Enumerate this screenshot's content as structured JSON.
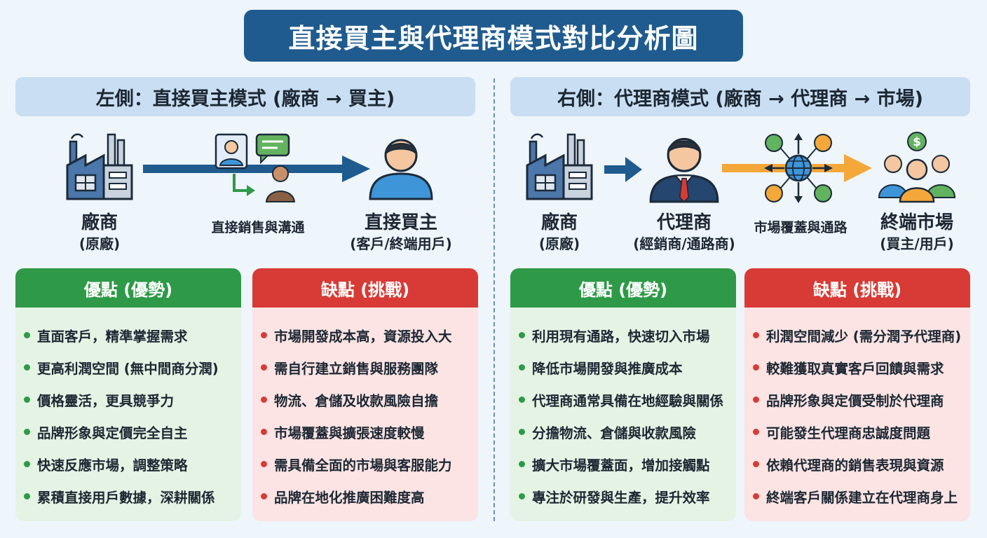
{
  "title": "直接買主與代理商模式對比分析圖",
  "colors": {
    "banner": "#1f5b8e",
    "header_bg": "#c9def2",
    "pro": "#2e9a47",
    "con": "#d83b36",
    "arrow_blue": "#1f5b8e",
    "arrow_orange": "#f4a83a"
  },
  "left": {
    "header": "左側：直接買主模式 (廠商 → 買主)",
    "factory": {
      "label": "廠商",
      "sub": "(原廠)",
      "icon": "factory-icon"
    },
    "flow_caption": "直接銷售與溝通",
    "flow_icon": "communication-icon",
    "buyer": {
      "label": "直接買主",
      "sub": "(客戶/終端用戶)",
      "icon": "person-icon"
    },
    "pros": {
      "title": "優點 (優勢)",
      "items": [
        "直面客戶，精準掌握需求",
        "更高利潤空間 (無中間商分潤)",
        "價格靈活，更具競爭力",
        "品牌形象與定價完全自主",
        "快速反應市場，調整策略",
        "累積直接用戶數據，深耕關係"
      ]
    },
    "cons": {
      "title": "缺點 (挑戰)",
      "items": [
        "市場開發成本高，資源投入大",
        "需自行建立銷售與服務團隊",
        "物流、倉儲及收款風險自擔",
        "市場覆蓋與擴張速度較慢",
        "需具備全面的市場與客服能力",
        "品牌在地化推廣困難度高"
      ]
    }
  },
  "right": {
    "header": "右側：代理商模式 (廠商 → 代理商 → 市場)",
    "factory": {
      "label": "廠商",
      "sub": "(原廠)",
      "icon": "factory-icon"
    },
    "agent": {
      "label": "代理商",
      "sub": "(經銷商/通路商)",
      "icon": "businessman-icon"
    },
    "flow_caption": "市場覆蓋與通路",
    "flow_icon": "network-globe-icon",
    "market": {
      "label": "終端市場",
      "sub": "(買主/用戶)",
      "icon": "group-dollar-icon"
    },
    "pros": {
      "title": "優點 (優勢)",
      "items": [
        "利用現有通路，快速切入市場",
        "降低市場開發與推廣成本",
        "代理商通常具備在地經驗與關係",
        "分擔物流、倉儲與收款風險",
        "擴大市場覆蓋面，增加接觸點",
        "專注於研發與生產，提升效率"
      ]
    },
    "cons": {
      "title": "缺點 (挑戰)",
      "items": [
        "利潤空間減少 (需分潤予代理商)",
        "較難獲取真實客戶回饋與需求",
        "品牌形象與定價受制於代理商",
        "可能發生代理商忠誠度問題",
        "依賴代理商的銷售表現與資源",
        "終端客戶關係建立在代理商身上"
      ]
    }
  }
}
